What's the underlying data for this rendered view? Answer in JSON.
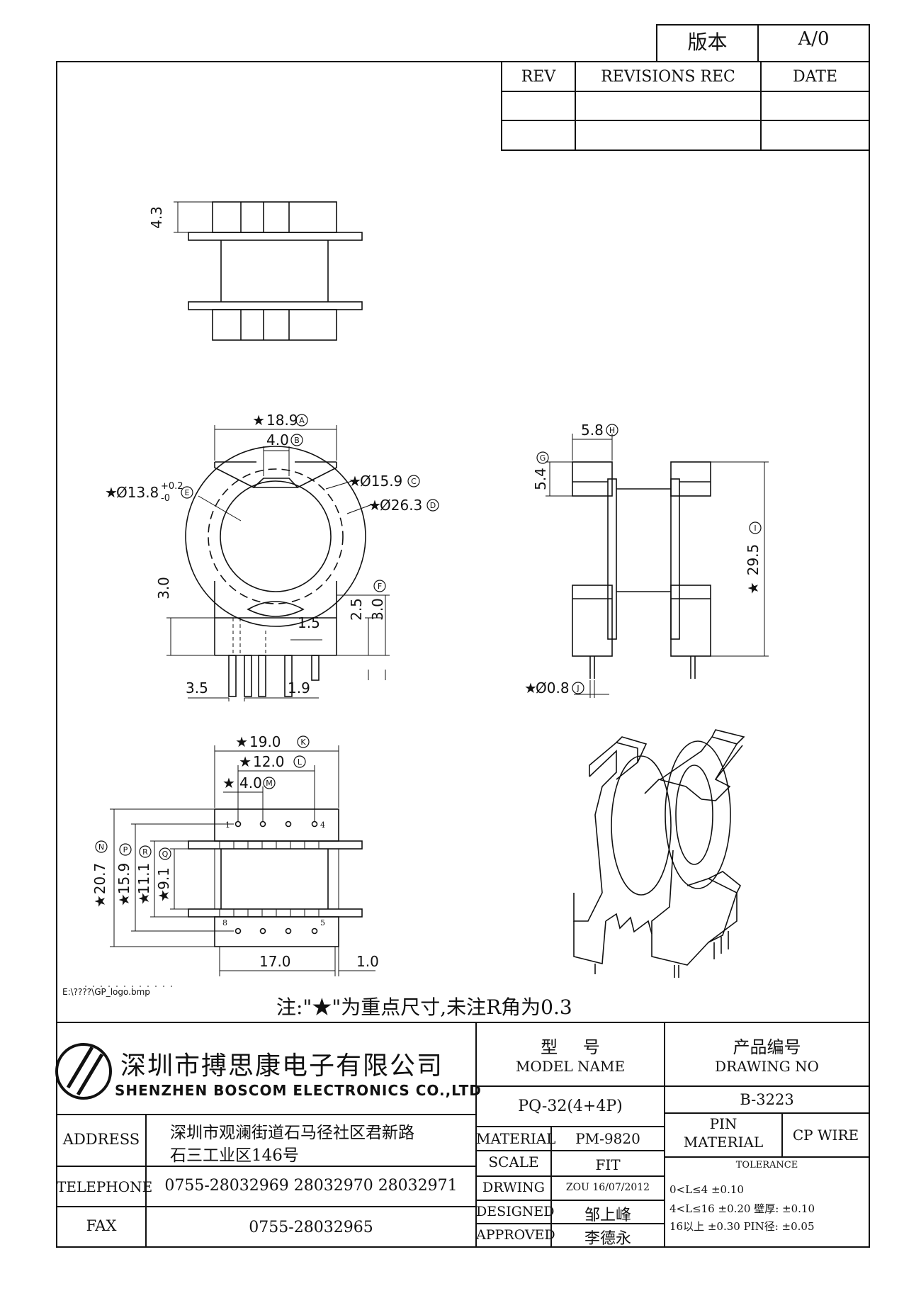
{
  "revision_block": {
    "version_label": "版本",
    "version_value": "A/0",
    "headers": [
      "REV",
      "REVISIONS REC",
      "DATE"
    ]
  },
  "drawing": {
    "top_view": {
      "dim_height": "4.3"
    },
    "front_view": {
      "dim_a": "18.9",
      "dim_b": "4.0",
      "dim_e_value": "Ø13.8",
      "dim_e_tol_upper": "+0.2",
      "dim_e_tol_lower": "-0",
      "dim_c": "Ø15.9",
      "dim_d": "Ø26.3",
      "dim_left_height": "3.0",
      "dim_right_2_5": "2.5",
      "dim_f": "3.0",
      "dim_1_5": "1.5",
      "dim_3_5": "3.5",
      "dim_1_9": "1.9"
    },
    "side_view": {
      "dim_h": "5.8",
      "dim_g": "5.4",
      "dim_overall_height": "29.5",
      "dim_pin_diameter": "Ø0.8"
    },
    "bottom_view": {
      "dim_k": "19.0",
      "dim_l": "12.0",
      "dim_m": "4.0",
      "dim_n": "20.7",
      "dim_p": "15.9",
      "dim_r": "11.1",
      "dim_q": "9.1",
      "dim_length": "17.0",
      "dim_offset": "1.0",
      "pin_numbers": [
        "1",
        "4",
        "8",
        "5"
      ]
    },
    "circled_letters": [
      "A",
      "B",
      "E",
      "C",
      "D",
      "F",
      "H",
      "G",
      "I",
      "J",
      "K",
      "L",
      "M",
      "N",
      "P",
      "R",
      "Q"
    ],
    "star_mark": "★"
  },
  "logo_path": "E:\\????\\GP_logo.bmp",
  "note": "注:\"★\"为重点尺寸,未注R角为0.3",
  "company": {
    "name_cn": "深圳市搏思康电子有限公司",
    "name_en": "SHENZHEN BOSCOM ELECTRONICS CO.,LTD"
  },
  "title_block": {
    "address_label": "ADDRESS",
    "address_line1": "深圳市观澜街道石马径社区君新路",
    "address_line2": "石三工业区146号",
    "telephone_label": "TELEPHONE",
    "telephone_value": "0755-28032969 28032970 28032971",
    "fax_label": "FAX",
    "fax_value": "0755-28032965",
    "model_label_cn": "型 号",
    "model_label_en": "MODEL NAME",
    "model_value": "PQ-32(4+4P)",
    "drawing_no_label_cn": "产品编号",
    "drawing_no_label_en": "DRAWING NO",
    "drawing_no_value": "B-3223",
    "material_label": "MATERIAL",
    "material_value": "PM-9820",
    "scale_label": "SCALE",
    "scale_value": "FIT",
    "drwing_label": "DRWING",
    "drwing_value": "ZOU 16/07/2012",
    "designed_label": "DESIGNED",
    "designed_value": "邹上峰",
    "approved_label": "APPROVED",
    "approved_value": "李德永",
    "pin_material_label": "PIN MATERIAL",
    "pin_material_value": "CP WIRE",
    "tolerance_label": "TOLERANCE",
    "tolerance_rows": [
      "0<L≤4 ±0.10",
      "4<L≤16 ±0.20 壁厚: ±0.10",
      "16以上 ±0.30 PIN径: ±0.05"
    ]
  }
}
